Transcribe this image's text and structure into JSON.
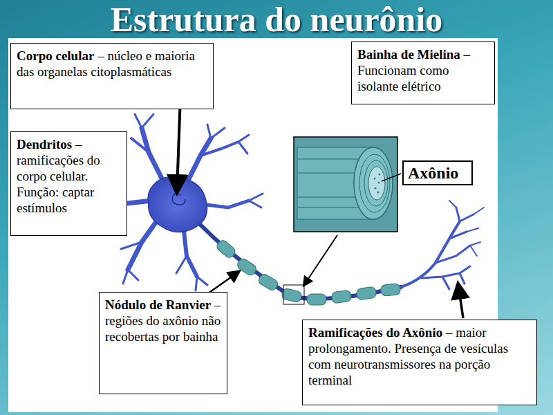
{
  "diagram": {
    "title": "Estrutura do neurônio",
    "nodes": [
      {
        "text": [
          "Corpo celular",
          "– núcleo e maioria das organelas citoplasmáticas"
        ]
      },
      {
        "text": [
          "Bainha de Mielina",
          "– Funcionam como isolante elétrico"
        ]
      },
      {
        "text": [
          "Dendritos",
          "– ramificações do corpo celular. Função: captar estímulos"
        ]
      },
      {
        "text": [
          "Axônio"
        ]
      },
      {
        "text": [
          "Nódulo de Ranvier",
          "– regiões do axônio não recobertas por bainha"
        ]
      },
      {
        "text": [
          "Ramificações do Axônio",
          "– maior prolongamento. Presença de vesículas com neurotransmissores na porção terminal"
        ]
      }
    ]
  }
}
